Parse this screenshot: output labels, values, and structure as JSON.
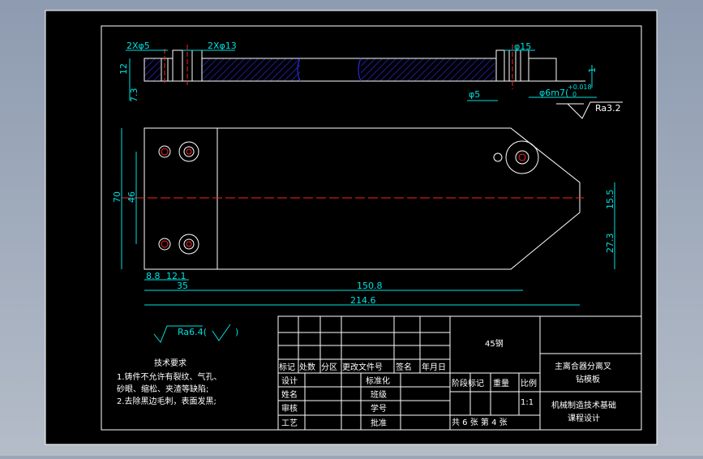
{
  "colors": {
    "background_gradient": "#9aa6b6",
    "paper": "#000000",
    "lines": "#ffffff",
    "dimension": "#00e0e0",
    "centerline": "#ff2020",
    "hatch": "#3030ff"
  },
  "dimensions": {
    "d_2x5": "2Xφ5",
    "d_2x13": "2Xφ13",
    "d_15": "φ15",
    "d_12": "12",
    "d_7_3": "7.3",
    "d_1": "1",
    "d_5": "φ5",
    "d_6m7": "φ6m7(",
    "tol_upper": "+0.018",
    "tol_lower": "0",
    "roughness_face": "Ra3.2",
    "d_70": "70",
    "d_46": "46",
    "d_15_5": "15.5",
    "d_27_3": "27.3",
    "d_8_8": "8.8",
    "d_12_1": "12.1",
    "d_35": "35",
    "d_150_8": "150.8",
    "d_214_6": "214.6"
  },
  "notes": {
    "roughness_general": "Ra6.4(",
    "roughness_close": ")",
    "title": "技术要求",
    "line1": "1.铸件不允许有裂纹、气孔、",
    "line2": "砂眼、缩松、夹渣等缺陷;",
    "line3": "2.去除黑边毛刺，表面发黑;"
  },
  "title_block": {
    "material": "45钢",
    "header_mark": "标记",
    "header_count": "处数",
    "header_zone": "分区",
    "header_doc": "更改文件号",
    "header_sign": "签名",
    "header_date": "年月日",
    "row_design": "设计",
    "row_name": "姓名",
    "row_review": "审核",
    "row_process": "工艺",
    "row_standard": "标准化",
    "row_class": "班级",
    "row_student": "学号",
    "row_approve": "批准",
    "stage_label": "阶段标记",
    "weight_label": "重量",
    "scale_label": "比例",
    "scale_value": "1:1",
    "sheet_info": "共 6 张 第 4 张",
    "drawing_name_1": "主离合器分离叉",
    "drawing_name_2": "钻模板",
    "org_1": "机械制造技术基础",
    "org_2": "课程设计"
  }
}
